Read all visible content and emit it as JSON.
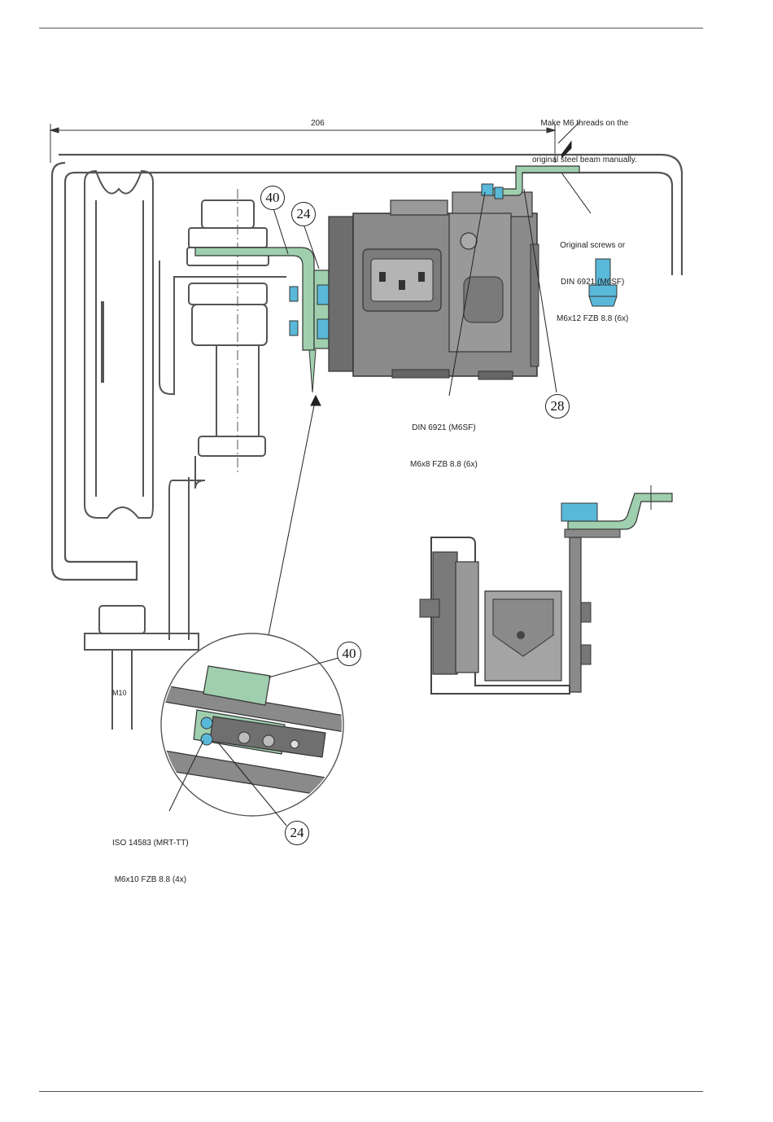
{
  "dimension": {
    "value": "206"
  },
  "notes": {
    "threads": [
      "Make M6 threads on the",
      "original steel beam manually."
    ],
    "original_screws": [
      "Original screws or",
      "DIN 6921 (M6SF)",
      "M6x12 FZB 8.8 (6x)"
    ],
    "din_screws": [
      "DIN 6921 (M6SF)",
      "M6x8 FZB 8.8 (6x)"
    ],
    "iso_screws": [
      "ISO 14583 (MRT-TT)",
      "M6x10 FZB 8.8 (4x)"
    ]
  },
  "callouts": {
    "c40_top": "40",
    "c24_top": "24",
    "c28": "28",
    "c40_detail": "40",
    "c24_detail": "24"
  },
  "labels": {
    "nut_marking": "M10"
  },
  "colors": {
    "bracket": "#9fcfae",
    "screw": "#5ab8d8",
    "housing": "#8a8a8a",
    "outline": "#333333"
  }
}
